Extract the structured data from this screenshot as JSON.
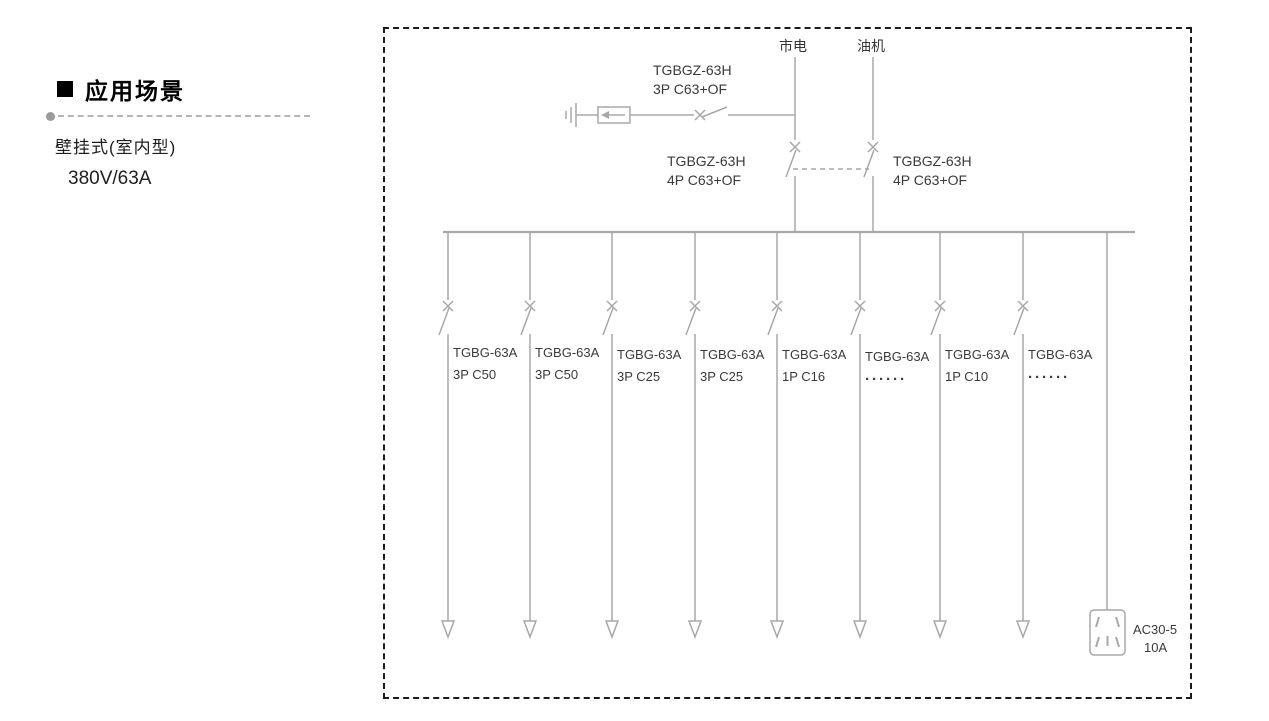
{
  "left_panel": {
    "title": "应用场景",
    "subtitle": "壁挂式(室内型)",
    "voltage": "380V/63A"
  },
  "diagram": {
    "source_mains": "市电",
    "source_generator": "油机",
    "spd_branch": {
      "model": "TGBGZ-63H",
      "spec": "3P C63+OF"
    },
    "transfer_left": {
      "model": "TGBGZ-63H",
      "spec": "4P C63+OF"
    },
    "transfer_right": {
      "model": "TGBGZ-63H",
      "spec": "4P C63+OF"
    },
    "branches": [
      {
        "model": "TGBG-63A",
        "spec": "3P C50"
      },
      {
        "model": "TGBG-63A",
        "spec": "3P C50"
      },
      {
        "model": "TGBG-63A",
        "spec": "3P C25"
      },
      {
        "model": "TGBG-63A",
        "spec": "3P C25"
      },
      {
        "model": "TGBG-63A",
        "spec": "1P C16"
      },
      {
        "model": "TGBG-63A",
        "spec": "······"
      },
      {
        "model": "TGBG-63A",
        "spec": "1P C10"
      },
      {
        "model": "TGBG-63A",
        "spec": "······"
      }
    ],
    "socket": {
      "model": "AC30-5",
      "rating": "10A"
    }
  }
}
